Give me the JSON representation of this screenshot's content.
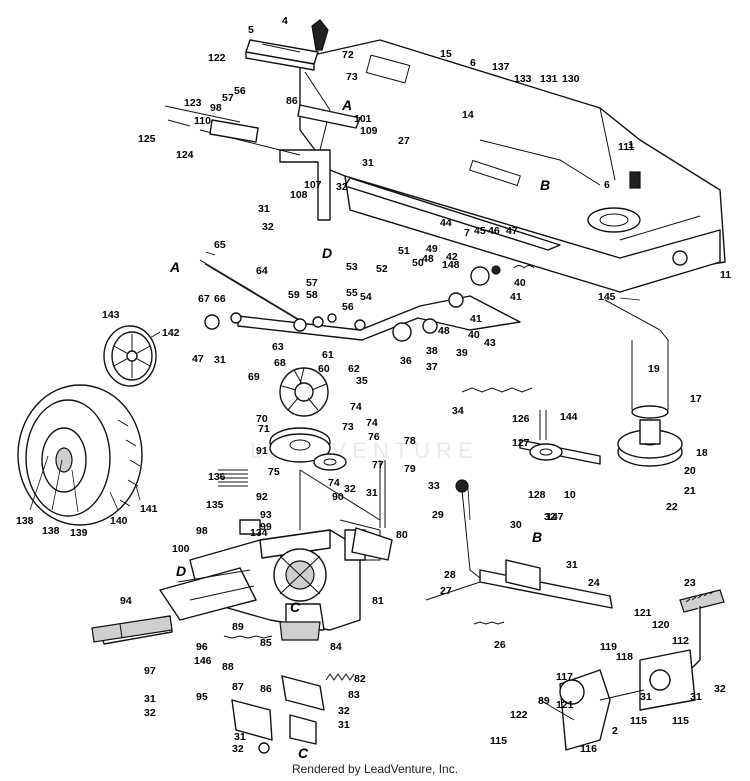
{
  "credit": "Rendered by LeadVenture, Inc.",
  "watermark": "LEADVENTURE",
  "reference_letters": [
    "A",
    "A",
    "B",
    "B",
    "C",
    "C",
    "D",
    "D"
  ],
  "callouts": [
    "1",
    "2",
    "4",
    "5",
    "6",
    "6",
    "7",
    "10",
    "11",
    "14",
    "15",
    "17",
    "18",
    "19",
    "20",
    "21",
    "22",
    "23",
    "24",
    "26",
    "27",
    "27",
    "28",
    "29",
    "30",
    "31",
    "31",
    "31",
    "31",
    "31",
    "31",
    "31",
    "31",
    "31",
    "31",
    "32",
    "32",
    "32",
    "32",
    "32",
    "32",
    "32",
    "32",
    "33",
    "34",
    "35",
    "36",
    "37",
    "38",
    "39",
    "40",
    "40",
    "41",
    "41",
    "42",
    "43",
    "44",
    "45",
    "46",
    "47",
    "47",
    "48",
    "48",
    "49",
    "50",
    "51",
    "52",
    "53",
    "54",
    "55",
    "56",
    "56",
    "57",
    "57",
    "58",
    "59",
    "60",
    "61",
    "62",
    "63",
    "64",
    "65",
    "66",
    "67",
    "68",
    "69",
    "70",
    "71",
    "72",
    "73",
    "73",
    "74",
    "74",
    "74",
    "75",
    "76",
    "77",
    "78",
    "79",
    "80",
    "81",
    "82",
    "83",
    "84",
    "85",
    "86",
    "86",
    "87",
    "88",
    "89",
    "89",
    "90",
    "91",
    "92",
    "93",
    "94",
    "95",
    "96",
    "97",
    "98",
    "98",
    "99",
    "100",
    "101",
    "107",
    "108",
    "109",
    "110",
    "111",
    "112",
    "115",
    "115",
    "115",
    "116",
    "117",
    "118",
    "119",
    "120",
    "121",
    "121",
    "122",
    "122",
    "123",
    "124",
    "125",
    "126",
    "127",
    "128",
    "130",
    "131",
    "133",
    "134",
    "135",
    "136",
    "137",
    "138",
    "138",
    "139",
    "140",
    "141",
    "142",
    "143",
    "144",
    "145",
    "146",
    "147",
    "148",
    "32",
    "42"
  ]
}
